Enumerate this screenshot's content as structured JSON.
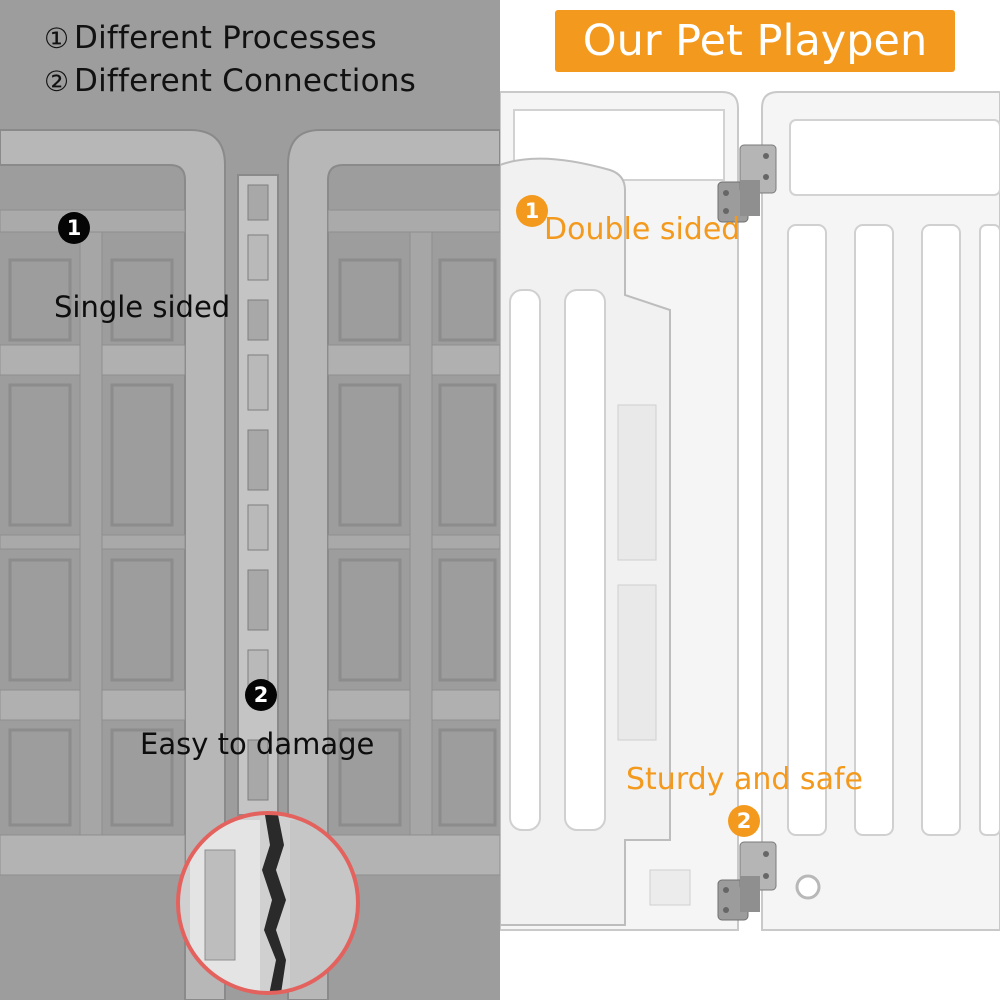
{
  "left": {
    "header_lines": [
      {
        "num": "①",
        "text": "Different Processes"
      },
      {
        "num": "②",
        "text": "Different Connections"
      }
    ],
    "point1": {
      "num": "1",
      "label": "Single sided"
    },
    "point2": {
      "num": "2",
      "label": "Easy to damage"
    },
    "background_color": "#9a9a9a",
    "zoom_ring_color": "#e3625e"
  },
  "right": {
    "title": "Our Pet Playpen",
    "title_bg_color": "#f39a1e",
    "point1": {
      "num": "1",
      "label": "Double sided"
    },
    "point2": {
      "num": "2",
      "label": "Sturdy and safe"
    },
    "accent_color": "#f39a1e"
  }
}
